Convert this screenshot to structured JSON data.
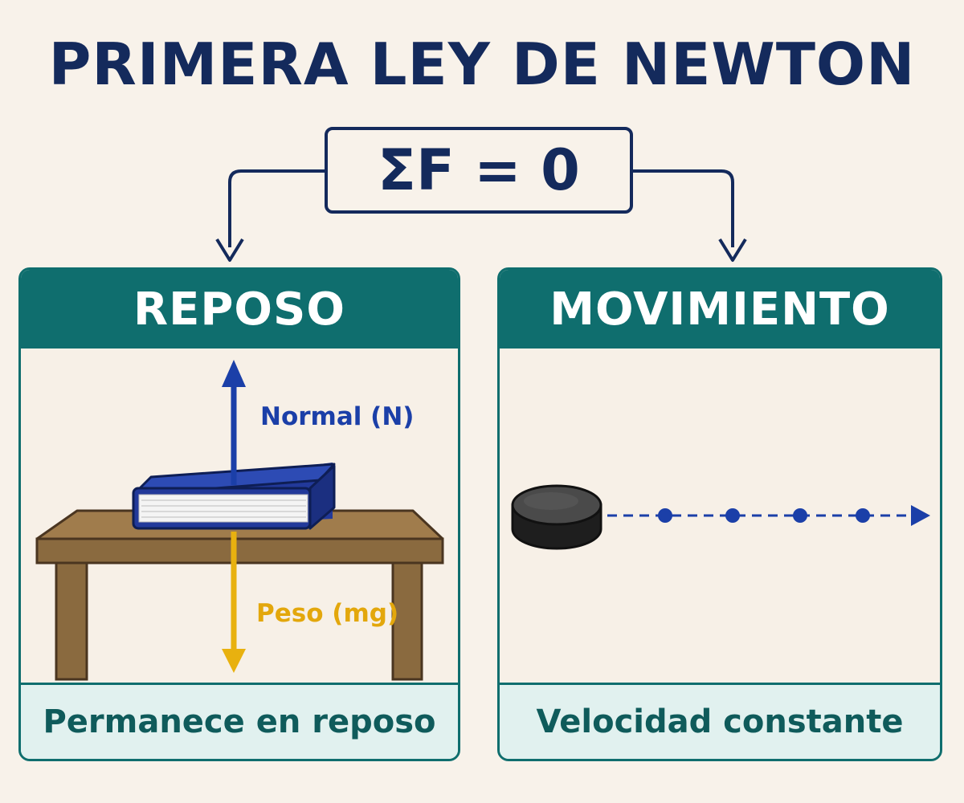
{
  "title": "PRIMERA LEY DE NEWTON",
  "formula": "ΣF = 0",
  "panels": {
    "left": {
      "header": "REPOSO",
      "footer": "Permanece en reposo",
      "normal_label": "Normal (N)",
      "weight_label": "Peso (mg)"
    },
    "right": {
      "header": "MOVIMIENTO",
      "footer": "Velocidad constante"
    }
  },
  "colors": {
    "navy": "#142a5c",
    "teal": "#0f6e6e",
    "normal_force": "#1b3fa8",
    "weight_force": "#e8b10f",
    "table": "#8a6a3f",
    "book": "#22399a",
    "puck": "#2b2b2b"
  },
  "icons": [
    "book-icon",
    "table-icon",
    "hockey-puck-icon",
    "normal-force-arrow",
    "weight-force-arrow",
    "motion-trajectory"
  ]
}
